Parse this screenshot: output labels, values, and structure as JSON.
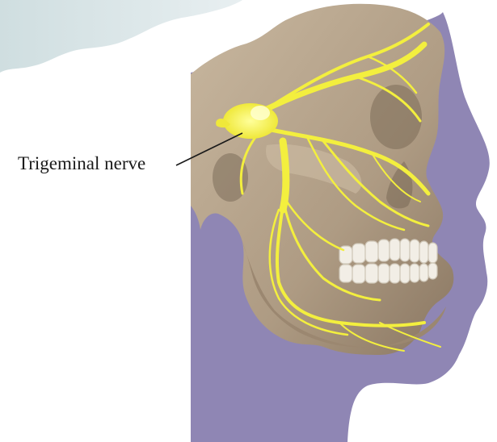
{
  "labels": {
    "trigeminal": "Trigeminal nerve"
  },
  "colors": {
    "background": "#ffffff",
    "corner_wave": "#dfe8ea",
    "face_silhouette": "#8f86b4",
    "bone": "#b7a58e",
    "bone_shadow": "#8e7c68",
    "nerve": "#f3ef3e",
    "teeth": "#f2eee6",
    "label_text": "#1a1a1a"
  },
  "icons": [
    "skull-illustration",
    "nerve-branches"
  ]
}
